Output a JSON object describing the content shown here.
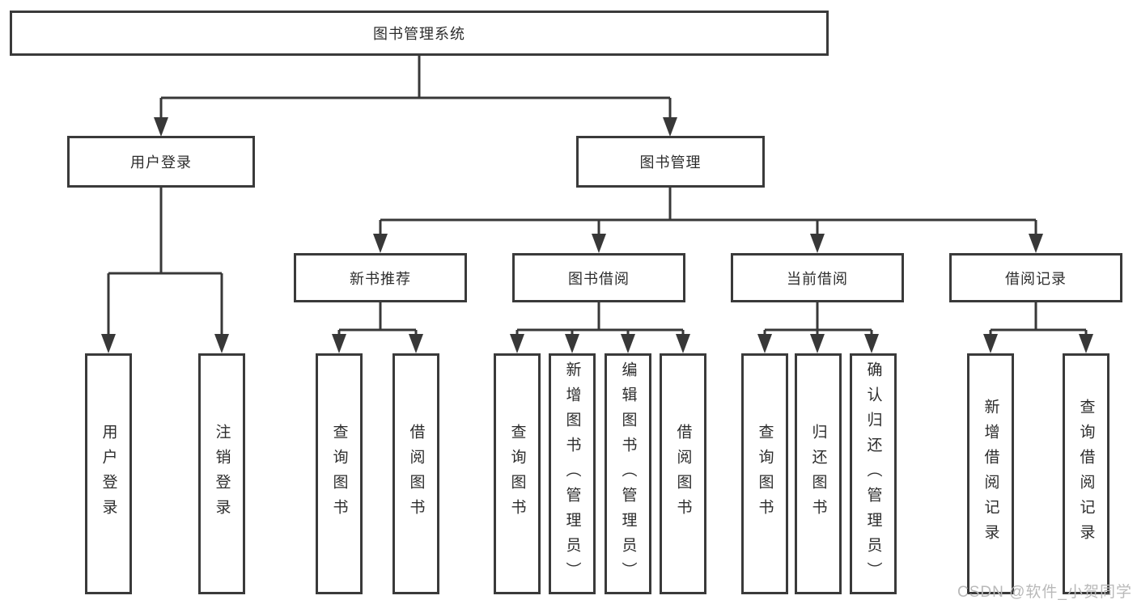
{
  "diagram": {
    "type": "hierarchy-tree",
    "root": {
      "label": "图书管理系统"
    },
    "branches": [
      {
        "label": "用户登录",
        "children": [
          {
            "label": "用户登录"
          },
          {
            "label": "注销登录"
          }
        ]
      },
      {
        "label": "图书管理",
        "children": [
          {
            "label": "新书推荐",
            "children": [
              {
                "label": "查询图书"
              },
              {
                "label": "借阅图书"
              }
            ]
          },
          {
            "label": "图书借阅",
            "children": [
              {
                "label": "查询图书"
              },
              {
                "label": "新增图书（管理员）"
              },
              {
                "label": "编辑图书（管理员）"
              },
              {
                "label": "借阅图书"
              }
            ]
          },
          {
            "label": "当前借阅",
            "children": [
              {
                "label": "查询图书"
              },
              {
                "label": "归还图书"
              },
              {
                "label": "确认归还（管理员）"
              }
            ]
          },
          {
            "label": "借阅记录",
            "children": [
              {
                "label": "新增借阅记录"
              },
              {
                "label": "查询借阅记录"
              }
            ]
          }
        ]
      }
    ]
  },
  "watermark": {
    "text": "CSDN @软件_小贺同学"
  },
  "colors": {
    "line": "#383838",
    "box_border": "#3a3a3a",
    "box_fill": "#ffffff",
    "text": "#2d2d2d",
    "watermark": "#b9b9b9"
  }
}
